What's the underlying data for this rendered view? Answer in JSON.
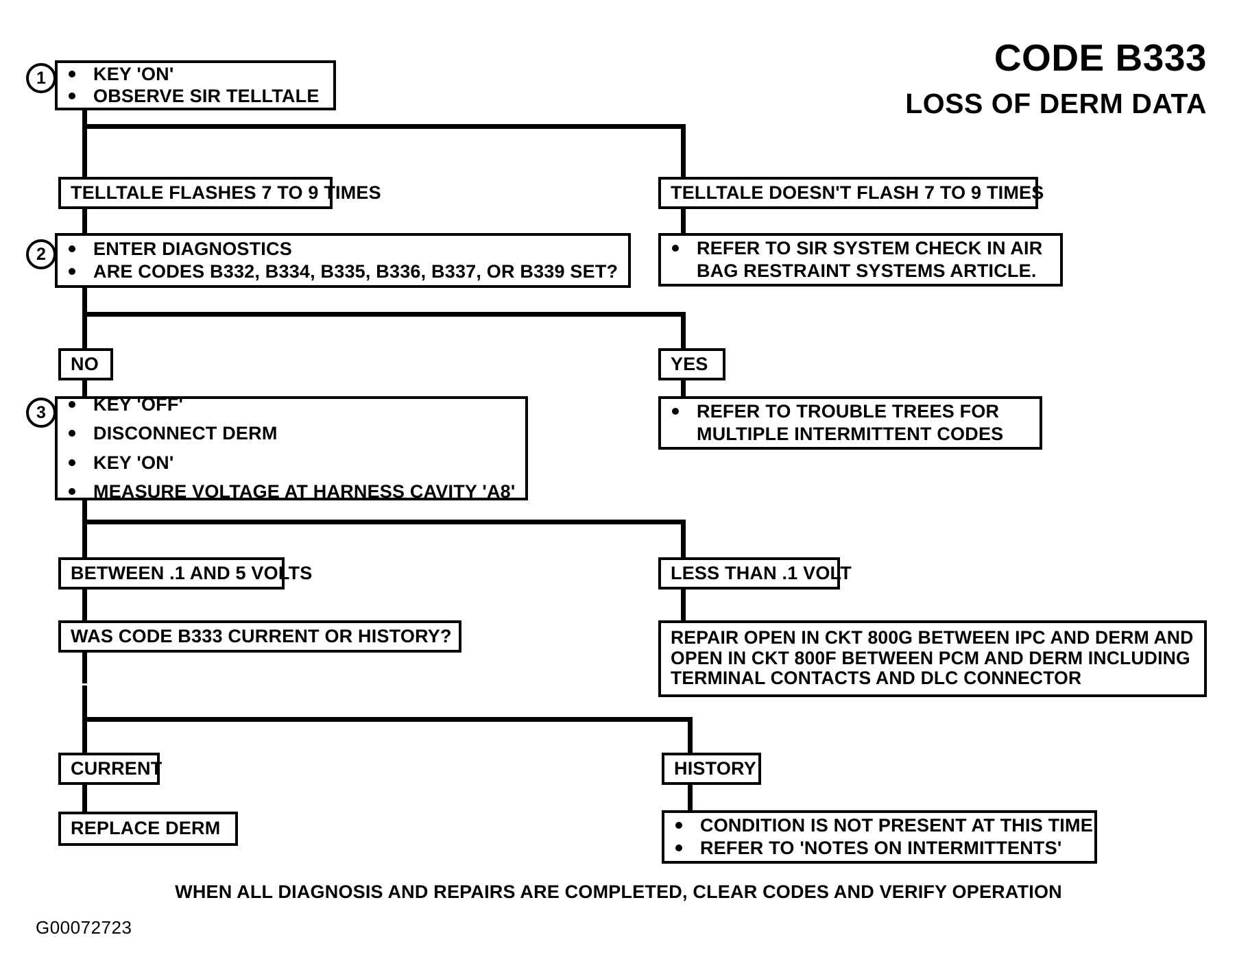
{
  "header": {
    "code_title": "CODE B333",
    "subtitle": "LOSS OF DERM DATA"
  },
  "steps": {
    "step1_number": "1",
    "step2_number": "2",
    "step3_number": "3"
  },
  "nodes": {
    "step1": {
      "bullets": [
        "KEY 'ON'",
        "OBSERVE SIR TELLTALE"
      ]
    },
    "branch1_left": {
      "text": "TELLTALE FLASHES 7 TO 9 TIMES"
    },
    "branch1_right": {
      "text": "TELLTALE DOESN'T FLASH 7 TO 9 TIMES"
    },
    "step2": {
      "bullets": [
        "ENTER DIAGNOSTICS",
        "ARE CODES B332, B334, B335, B336, B337, OR B339 SET?"
      ]
    },
    "sir_check": {
      "bullet_line1": "REFER TO SIR SYSTEM CHECK IN AIR",
      "bullet_line2": "BAG RESTRAINT SYSTEMS ARTICLE."
    },
    "answer_no": {
      "text": "NO"
    },
    "answer_yes": {
      "text": "YES"
    },
    "step3": {
      "bullets": [
        "KEY 'OFF'",
        "DISCONNECT DERM",
        "KEY 'ON'",
        "MEASURE VOLTAGE AT HARNESS CAVITY 'A8'"
      ]
    },
    "trouble_trees": {
      "bullet_line1": "REFER TO TROUBLE TREES FOR",
      "bullet_line2": "MULTIPLE INTERMITTENT CODES"
    },
    "volt_left": {
      "text": "BETWEEN .1 AND 5 VOLTS"
    },
    "volt_right": {
      "text": "LESS THAN .1 VOLT"
    },
    "code_question": {
      "text": "WAS CODE B333 CURRENT OR HISTORY?"
    },
    "repair_open": {
      "line1": "REPAIR OPEN IN CKT 800G BETWEEN IPC AND DERM AND",
      "line2": "OPEN IN CKT 800F BETWEEN PCM AND DERM INCLUDING",
      "line3": "TERMINAL CONTACTS AND DLC CONNECTOR"
    },
    "result_current": {
      "text": "CURRENT"
    },
    "result_history": {
      "text": "HISTORY"
    },
    "replace_derm": {
      "text": "REPLACE DERM"
    },
    "intermittent": {
      "bullets": [
        "CONDITION IS NOT PRESENT AT THIS TIME",
        "REFER TO 'NOTES ON INTERMITTENTS'"
      ]
    }
  },
  "footer": {
    "note": "WHEN ALL DIAGNOSIS AND REPAIRS ARE COMPLETED, CLEAR CODES AND VERIFY OPERATION",
    "figure_id": "G00072723"
  }
}
